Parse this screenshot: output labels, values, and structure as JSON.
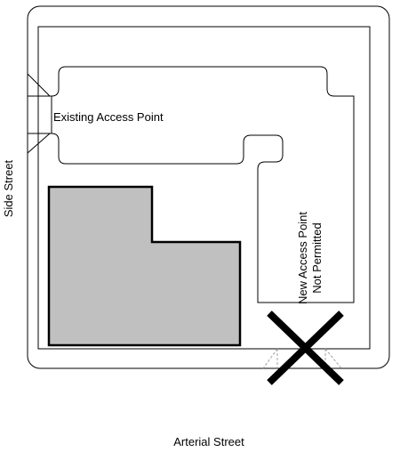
{
  "labels": {
    "side_street": "Side Street",
    "arterial_street": "Arterial Street",
    "existing_access": "Existing Access Point",
    "new_access_line1": "New Access Point",
    "new_access_line2": "Not Permitted"
  },
  "colors": {
    "outline": "#000000",
    "building_fill": "#c0c0c0",
    "faded_outline": "#a0a0a0",
    "background": "#ffffff"
  },
  "icons": {
    "not_permitted": "x-mark-icon"
  }
}
